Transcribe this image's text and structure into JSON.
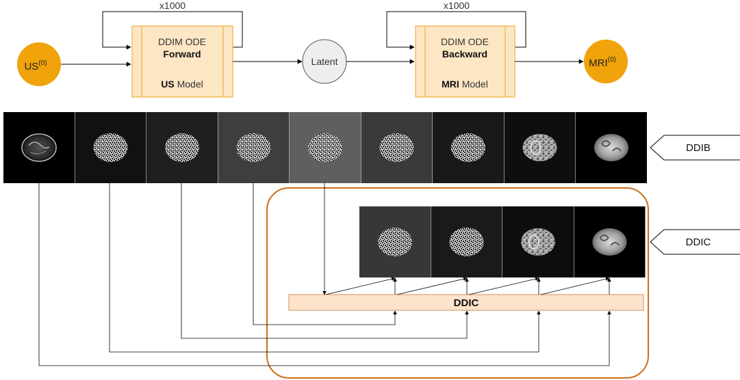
{
  "top_flow": {
    "us_node": {
      "base": "US",
      "sup": "(0)"
    },
    "forward_block": {
      "line1": "DDIM ODE",
      "line2": "Forward",
      "model_bold": "US",
      "model_rest": " Model",
      "loop_label": "x1000"
    },
    "latent_node": {
      "label": "Latent"
    },
    "backward_block": {
      "line1": "DDIM ODE",
      "line2": "Backward",
      "model_bold": "MRI",
      "model_rest": " Model",
      "loop_label": "x1000"
    },
    "mri_node": {
      "base": "MRI",
      "sup": "(0)"
    }
  },
  "ddib_row": {
    "tag": "DDIB",
    "panel_count": 9
  },
  "ddic_row": {
    "tag": "DDIC",
    "panel_count": 4
  },
  "ddic_bar": {
    "label": "DDIC"
  },
  "colors": {
    "node_orange": "#f0a30a",
    "block_fill": "#fde6c4",
    "block_border": "#f0b040",
    "bar_fill": "#fde3cc",
    "bar_border": "#d9a070",
    "highlight_border": "#cc6f17",
    "latent_fill": "#eeeeee"
  },
  "ddib_panels": [
    {
      "bg": "#000000",
      "type": "us"
    },
    {
      "bg": "#111111",
      "type": "noise"
    },
    {
      "bg": "#1f1f1f",
      "type": "noise"
    },
    {
      "bg": "#3e3e3e",
      "type": "noise"
    },
    {
      "bg": "#5f5f5f",
      "type": "noise"
    },
    {
      "bg": "#3a3a3a",
      "type": "noise"
    },
    {
      "bg": "#191919",
      "type": "noise"
    },
    {
      "bg": "#0e0e0e",
      "type": "partial"
    },
    {
      "bg": "#000000",
      "type": "mri"
    }
  ],
  "ddic_panels": [
    {
      "bg": "#373737",
      "type": "noise"
    },
    {
      "bg": "#1a1a1a",
      "type": "noise"
    },
    {
      "bg": "#0d0d0d",
      "type": "partial"
    },
    {
      "bg": "#000000",
      "type": "mri"
    }
  ]
}
